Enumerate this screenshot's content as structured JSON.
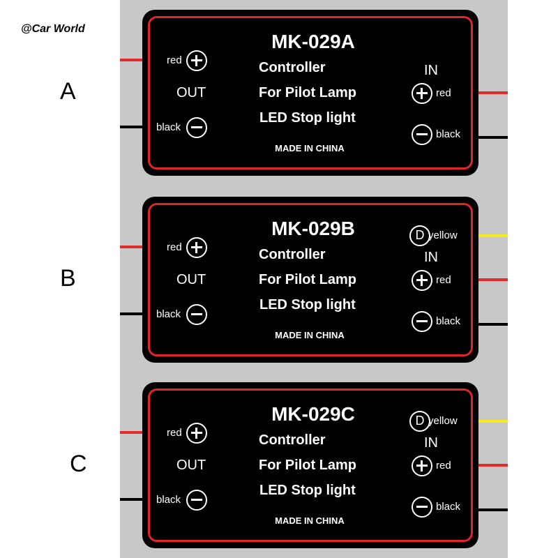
{
  "watermark": "@Car World",
  "modules": [
    {
      "row_label": "A",
      "model": "MK-029A",
      "lines": [
        "Controller",
        "For Pilot Lamp",
        "LED Stop light"
      ],
      "made": "MADE IN CHINA",
      "out_label": "OUT",
      "in_label": "IN",
      "out_red_label": "red",
      "out_black_label": "black",
      "in_red_label": "red",
      "in_black_label": "black",
      "has_yellow": false
    },
    {
      "row_label": "B",
      "model": "MK-029B",
      "lines": [
        "Controller",
        "For Pilot Lamp",
        "LED Stop light"
      ],
      "made": "MADE IN CHINA",
      "out_label": "OUT",
      "in_label": "IN",
      "out_red_label": "red",
      "out_black_label": "black",
      "in_red_label": "red",
      "in_black_label": "black",
      "has_yellow": true,
      "yellow_symbol": "D",
      "yellow_label": "yellow"
    },
    {
      "row_label": "C",
      "model": "MK-029C",
      "lines": [
        "Controller",
        "For Pilot Lamp",
        "LED Stop light"
      ],
      "made": "MADE IN CHINA",
      "out_label": "OUT",
      "in_label": "IN",
      "out_red_label": "red",
      "out_black_label": "black",
      "in_red_label": "red",
      "in_black_label": "black",
      "has_yellow": true,
      "yellow_symbol": "D",
      "yellow_label": "yellow"
    }
  ],
  "colors": {
    "wire_red": "#e22b2b",
    "wire_black": "#000000",
    "wire_yellow": "#f4ea1c",
    "module_border": "#e02626",
    "background_strip": "#c8c8c8"
  }
}
